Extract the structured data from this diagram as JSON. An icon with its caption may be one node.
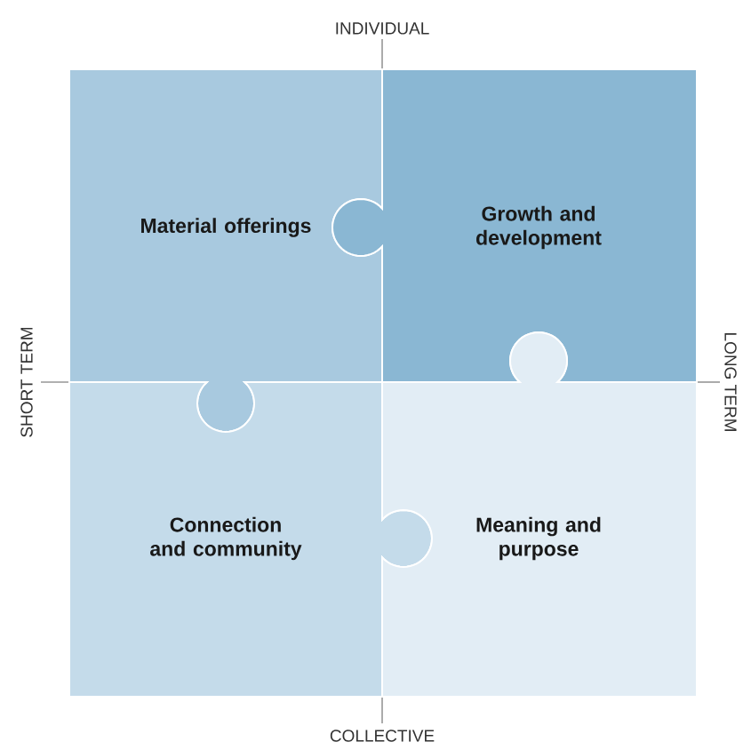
{
  "diagram": {
    "nodes": [
      {
        "text": [
          "Material offerings"
        ]
      },
      {
        "text": [
          "Growth and development"
        ]
      },
      {
        "text": [
          "Connection and community"
        ]
      },
      {
        "text": [
          "Meaning and purpose"
        ]
      }
    ],
    "labels": [
      "INDIVIDUAL",
      "SHORT TERM",
      "LONG TERM",
      "COLLECTIVE"
    ]
  }
}
